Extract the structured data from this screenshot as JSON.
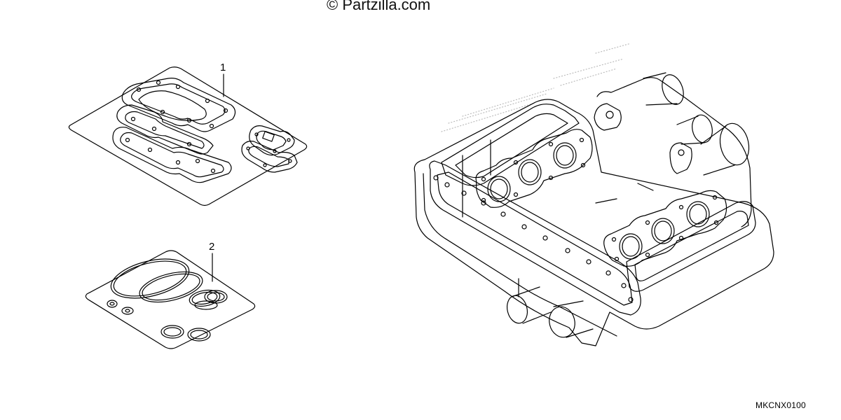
{
  "watermark": "© Partzilla.com",
  "callouts": [
    {
      "number": "1"
    },
    {
      "number": "2"
    }
  ],
  "diagram_code": "MKCNX0100"
}
